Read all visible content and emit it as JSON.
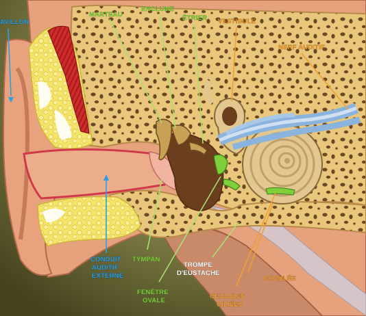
{
  "colors": {
    "blue": "#2b9fe0",
    "green": "#7fcf3a",
    "orange": "#f0a030",
    "background_dark": "#4a4a22",
    "background_light": "#a6a56e",
    "bone": "#e8c87a",
    "skin": "#e8a882",
    "fat": "#f2e05a",
    "muscle": "#cf2a2a",
    "cochlea": "#e2c890",
    "nerve": "#8ab4de"
  },
  "labels": {
    "pavillon": "PAVILLON",
    "conduit_1": "CONDUIT",
    "conduit_2": "AUDITIF",
    "conduit_3": "EXTERNE",
    "marteau": "MARTEAU",
    "enclume": "ENCLUME",
    "etrier": "ÉTRIER",
    "tympan": "TYMPAN",
    "fenetre_1": "FENÊTRE",
    "fenetre_2": "OVALE",
    "trompe_1": "TROMPE",
    "trompe_2": "D'EUSTACHE",
    "vestibule": "VESTIBULE",
    "nerf": "NERF AUDITIF",
    "cochlee": "COCHLÉE",
    "cellules_1": "CELLULES",
    "cellules_2": "CILIÉES"
  }
}
